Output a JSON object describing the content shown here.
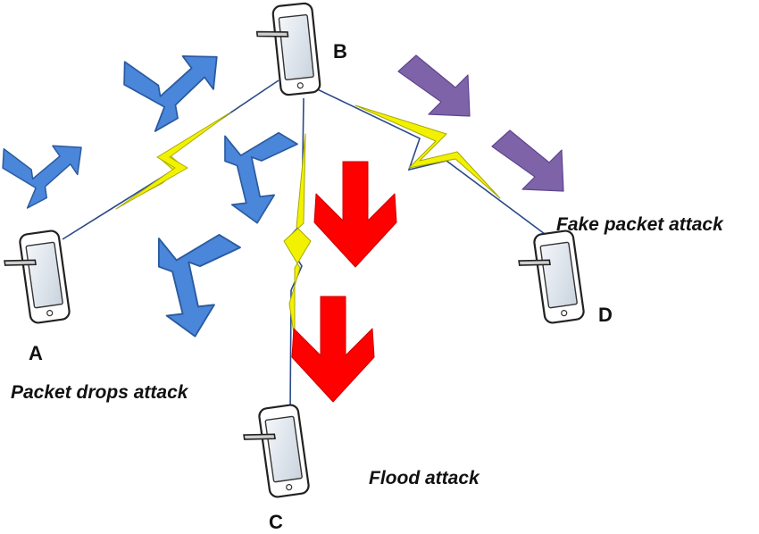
{
  "nodes": [
    {
      "id": "A",
      "label": "A"
    },
    {
      "id": "B",
      "label": "B"
    },
    {
      "id": "C",
      "label": "C"
    },
    {
      "id": "D",
      "label": "D"
    }
  ],
  "links": [
    {
      "from": "B",
      "to": "A"
    },
    {
      "from": "B",
      "to": "C"
    },
    {
      "from": "B",
      "to": "D"
    }
  ],
  "attacks": {
    "packet_drops": "Packet drops attack",
    "flood": "Flood attack",
    "fake_packet": "Fake packet attack"
  },
  "colors": {
    "drop_arrow": "#4a86d9",
    "flood_arrow": "#ff0000",
    "fake_arrow": "#7e63a8",
    "lightning": "#f2f200",
    "link_line": "#2a4a8a",
    "device_body": "#ffffff",
    "device_screen": "#dfe7f0"
  },
  "icons": {
    "device": "tablet-device-icon",
    "link": "lightning-link-icon"
  }
}
